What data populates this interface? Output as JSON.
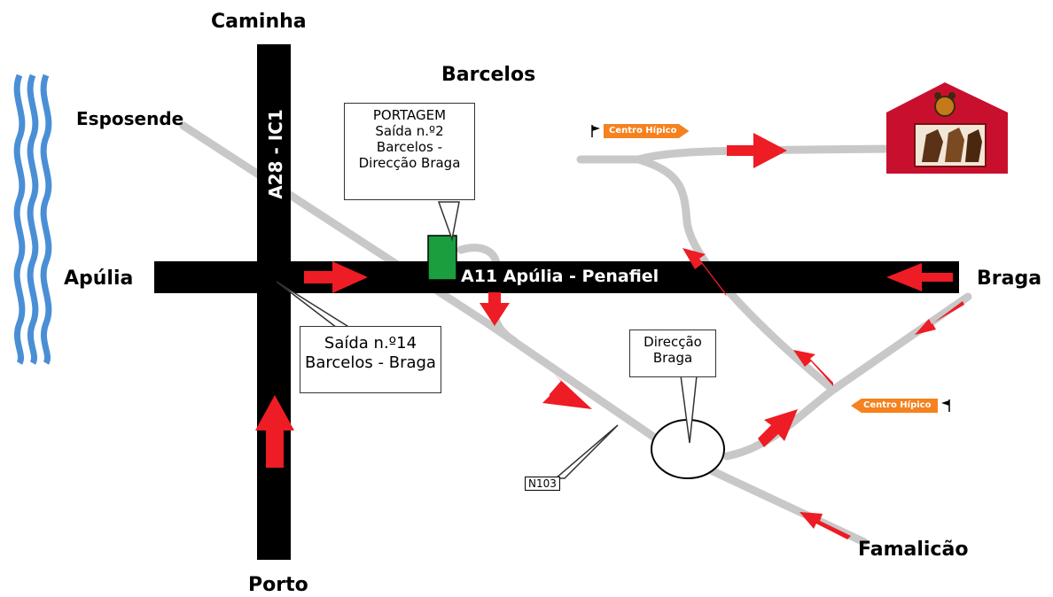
{
  "places": {
    "caminha": "Caminha",
    "barcelos": "Barcelos",
    "esposende": "Esposende",
    "apulia": "Apúlia",
    "braga": "Braga",
    "famalicao": "Famalicão",
    "porto": "Porto"
  },
  "roads": {
    "a28": "A28 - IC1",
    "a11": "A11 Apúlia - Penafiel",
    "n103": "N103"
  },
  "callouts": {
    "portagem": [
      "PORTAGEM",
      "Saída n.º2",
      "Barcelos -",
      "Direcção Braga"
    ],
    "saida14": [
      "Saída n.º14",
      "Barcelos - Braga"
    ],
    "direccao_braga": [
      "Direcção",
      "Braga"
    ]
  },
  "signs": {
    "centro_hipico_top": "Centro Hípico",
    "centro_hipico_right": "Centro Hípico"
  },
  "colors": {
    "motorway": "#000000",
    "minor_road": "#c8c8c8",
    "arrow": "#ee1c24",
    "toll": "#1a9e3e",
    "sea": "#4a8fd6",
    "barn": "#c8102e",
    "sign": "#f5821f"
  },
  "icons": {
    "sea_waves": "wave-icon",
    "toll_booth": "toll-icon",
    "destination_barn": "barn-icon",
    "sign_flag": "flag-icon"
  }
}
